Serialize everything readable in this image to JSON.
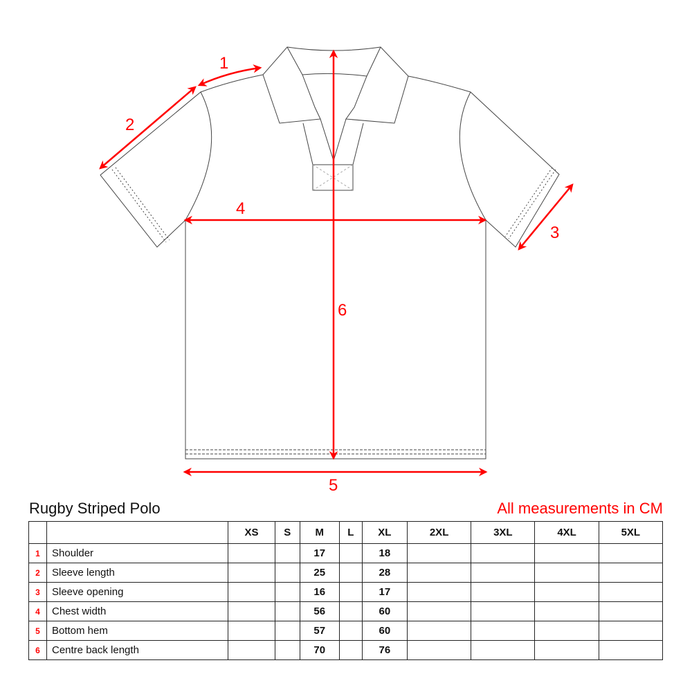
{
  "title": "Rugby Striped Polo",
  "note": "All measurements in CM",
  "labels": {
    "m1": "1",
    "m2": "2",
    "m3": "3",
    "m4": "4",
    "m5": "5",
    "m6": "6"
  },
  "table": {
    "sizes": [
      "XS",
      "S",
      "M",
      "L",
      "XL",
      "2XL",
      "3XL",
      "4XL",
      "5XL"
    ],
    "rows": [
      {
        "num": "1",
        "name": "Shoulder",
        "values": [
          "",
          "",
          "17",
          "",
          "18",
          "",
          "",
          "",
          ""
        ]
      },
      {
        "num": "2",
        "name": "Sleeve length",
        "values": [
          "",
          "",
          "25",
          "",
          "28",
          "",
          "",
          "",
          ""
        ]
      },
      {
        "num": "3",
        "name": "Sleeve opening",
        "values": [
          "",
          "",
          "16",
          "",
          "17",
          "",
          "",
          "",
          ""
        ]
      },
      {
        "num": "4",
        "name": "Chest width",
        "values": [
          "",
          "",
          "56",
          "",
          "60",
          "",
          "",
          "",
          ""
        ]
      },
      {
        "num": "5",
        "name": "Bottom hem",
        "values": [
          "",
          "",
          "57",
          "",
          "60",
          "",
          "",
          "",
          ""
        ]
      },
      {
        "num": "6",
        "name": "Centre back length",
        "values": [
          "",
          "",
          "70",
          "",
          "76",
          "",
          "",
          "",
          ""
        ]
      }
    ]
  },
  "colors": {
    "accent": "#ff0000",
    "line": "#333333"
  }
}
